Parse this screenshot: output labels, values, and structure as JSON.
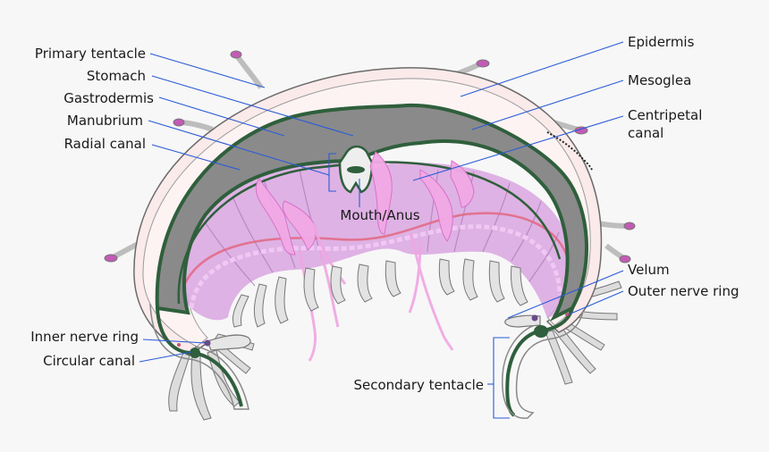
{
  "labels": {
    "primary_tentacle": "Primary tentacle",
    "stomach": "Stomach",
    "gastrodermis": "Gastrodermis",
    "manubrium": "Manubrium",
    "radial_canal": "Radial canal",
    "epidermis": "Epidermis",
    "mesoglea": "Mesoglea",
    "centripetal_canal_1": "Centripetal",
    "centripetal_canal_2": "canal",
    "mouth_anus": "Mouth/Anus",
    "velum": "Velum",
    "outer_nerve_ring": "Outer nerve ring",
    "inner_nerve_ring": "Inner nerve ring",
    "circular_canal": "Circular canal",
    "secondary_tentacle": "Secondary tentacle"
  },
  "colors": {
    "leader": "#2a5bd7",
    "epidermis_fill": "#fbeaea",
    "mesoglea_fill": "#fdf3f3",
    "gastrodermis_stroke": "#2f5f3c",
    "stomach_fill": "#8a8a8a",
    "subumbrella_fill": "#d9a6e0",
    "gonad_fill": "#f2a9e6",
    "tentacle_fill": "#d9d9d9",
    "tentacle_tip": "#c25bb5",
    "nerve_ring": "#c8546a"
  }
}
